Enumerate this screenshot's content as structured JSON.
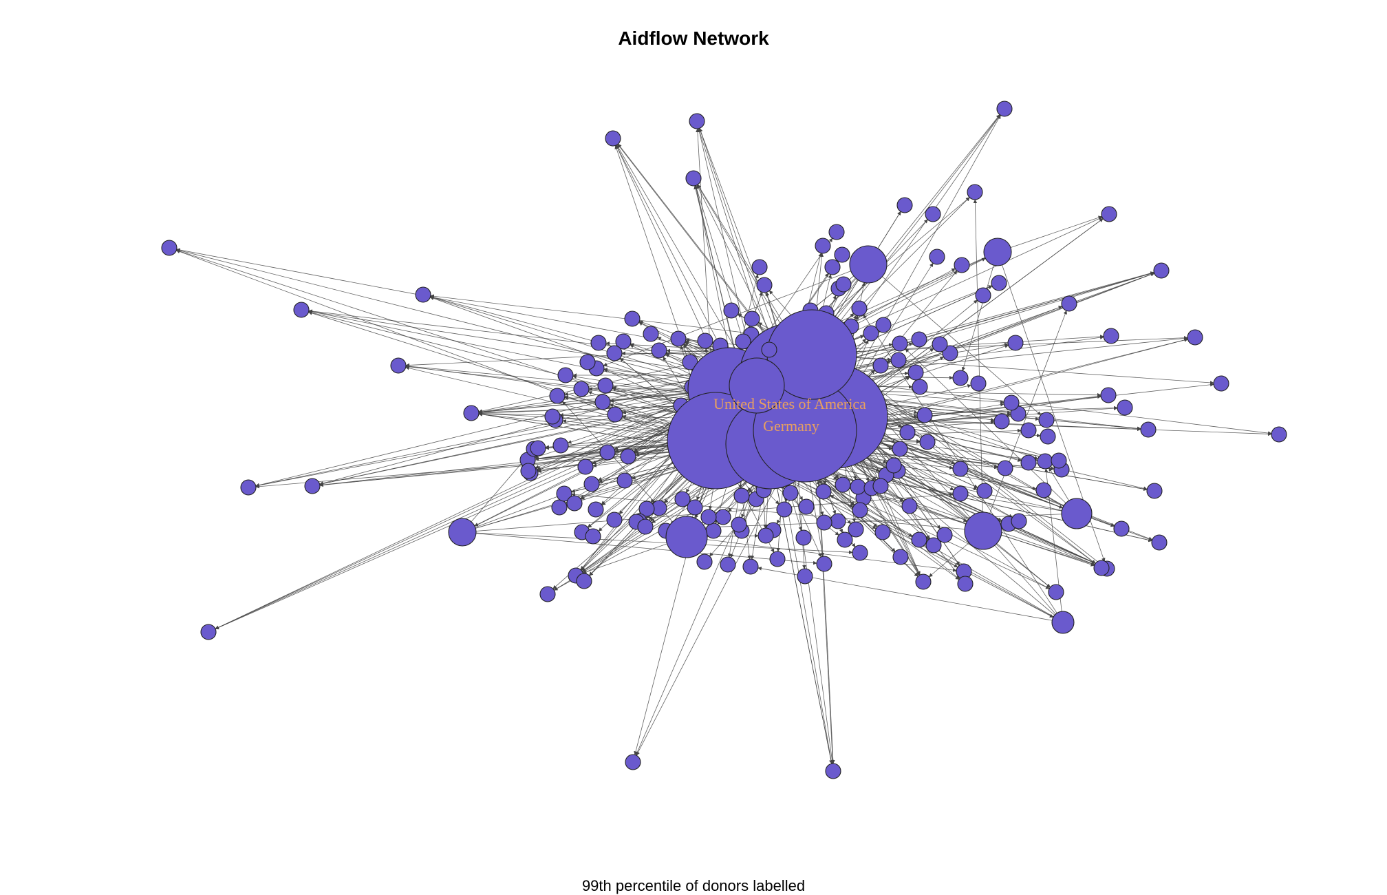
{
  "title": "Aidflow Network",
  "caption": "99th percentile of donors labelled",
  "colors": {
    "node_fill": "#6a5acd",
    "node_stroke": "#222222",
    "edge": "#444444",
    "label": "#e8a060"
  },
  "labels": [
    "United States of America",
    "Germany"
  ]
}
